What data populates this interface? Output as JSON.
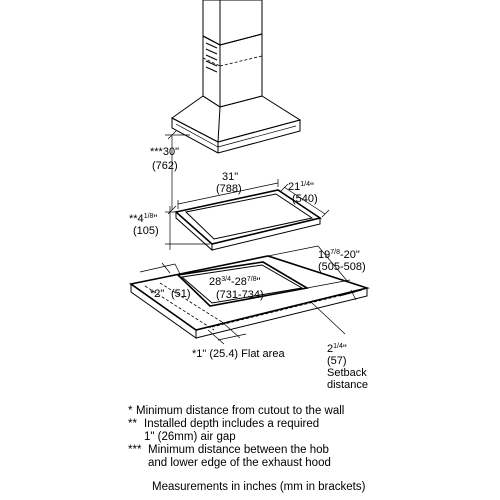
{
  "dimensions": {
    "hood_gap": {
      "main": "***30\"",
      "mm": "(762)"
    },
    "hob_width": {
      "main": "31\"",
      "mm": "(788)"
    },
    "hob_depth": {
      "whole": "21",
      "frac": "1/4",
      "unit": "\"",
      "mm": "(540)"
    },
    "hob_height": {
      "prefix": "**4",
      "frac": "1/8",
      "unit": "\"",
      "mm": "(105)"
    },
    "cutout_depth": {
      "whole": "19",
      "frac": "7/8",
      "rest": "-20\"",
      "mm": "(505-508)"
    },
    "cutout_width": {
      "whole_a": "28",
      "frac_a": "3/4",
      "mid": "-28",
      "frac_b": "7/8",
      "unit": "\"",
      "mm": "(731-734)"
    },
    "wall_distance": {
      "main": "*2\"",
      "mm": "(51)"
    },
    "flat_area": {
      "label": "*1\" (25.4) Flat area"
    },
    "setback": {
      "whole": "2",
      "frac": "1/4",
      "unit": "\"",
      "mm": "(57)",
      "line1": "Setback",
      "line2": "distance"
    }
  },
  "notes": [
    {
      "mark": "*",
      "text": "Minimum distance from cutout to the wall",
      "cont": ""
    },
    {
      "mark": "**",
      "text": "Installed depth includes a required",
      "cont": "1\" (26mm) air gap"
    },
    {
      "mark": "***",
      "text": "Minimum distance between the hob",
      "cont": "and lower edge of the exhaust hood"
    }
  ],
  "caption": "Measurements in inches (mm in brackets)"
}
